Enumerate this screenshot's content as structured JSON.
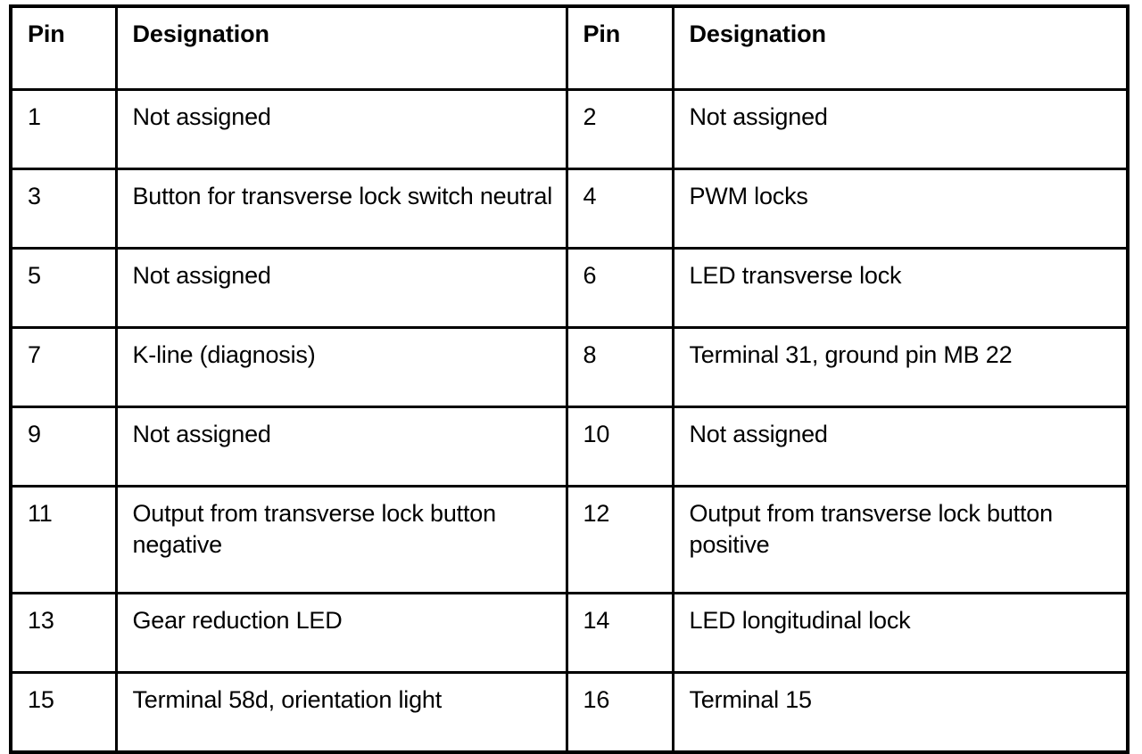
{
  "table": {
    "headers": {
      "pin_left": "Pin",
      "designation_left": "Designation",
      "pin_right": "Pin",
      "designation_right": "Designation"
    },
    "rows": [
      {
        "pin_left": "1",
        "designation_left": "Not assigned",
        "pin_right": "2",
        "designation_right": "Not assigned",
        "tall": false
      },
      {
        "pin_left": "3",
        "designation_left": "Button for transverse lock switch neutral",
        "pin_right": "4",
        "designation_right": "PWM locks",
        "tall": false
      },
      {
        "pin_left": "5",
        "designation_left": "Not assigned",
        "pin_right": "6",
        "designation_right": "LED transverse lock",
        "tall": false
      },
      {
        "pin_left": "7",
        "designation_left": "K-line (diagnosis)",
        "pin_right": "8",
        "designation_right": "Terminal 31, ground pin MB 22",
        "tall": false
      },
      {
        "pin_left": "9",
        "designation_left": "Not assigned",
        "pin_right": "10",
        "designation_right": "Not assigned",
        "tall": false
      },
      {
        "pin_left": "11",
        "designation_left": "Output from transverse lock button negative",
        "pin_right": "12",
        "designation_right": "Output from transverse lock button positive",
        "tall": true
      },
      {
        "pin_left": "13",
        "designation_left": "Gear reduction LED",
        "pin_right": "14",
        "designation_right": "LED longitudinal lock",
        "tall": false
      },
      {
        "pin_left": "15",
        "designation_left": "Terminal 58d, orientation light",
        "pin_right": "16",
        "designation_right": "Terminal 15",
        "tall": false
      }
    ]
  },
  "colors": {
    "border": "#000000",
    "background": "#ffffff",
    "text": "#000000"
  }
}
